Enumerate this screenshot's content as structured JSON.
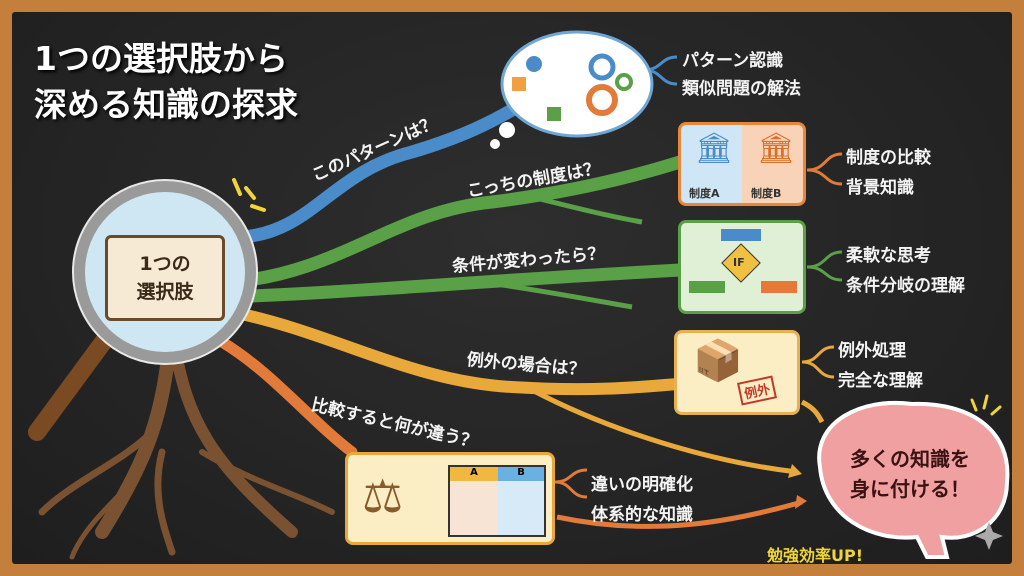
{
  "title": {
    "line1": "1つの選択肢から",
    "line2": "深める知識の探求"
  },
  "center": {
    "line1": "1つの",
    "line2": "選択肢"
  },
  "branches": [
    {
      "question": "このパターンは？",
      "color": "#4a8cc9",
      "outcomes": [
        "パターン認識",
        "類似問題の解法"
      ]
    },
    {
      "question": "こっちの制度は？",
      "color": "#5aa047",
      "outcomes": [
        "制度の比較",
        "背景知識"
      ],
      "labels": [
        "制度A",
        "制度B"
      ]
    },
    {
      "question": "条件が変わったら？",
      "color": "#5aa047",
      "outcomes": [
        "柔軟な思考",
        "条件分岐の理解"
      ],
      "labels": [
        "IF"
      ]
    },
    {
      "question": "例外の場合は？",
      "color": "#e8a83a",
      "outcomes": [
        "例外処理",
        "完全な理解"
      ],
      "labels": [
        "例外"
      ]
    },
    {
      "question": "比較すると何が違う？",
      "color": "#e27a3a",
      "outcomes": [
        "違いの明確化",
        "体系的な知識"
      ],
      "labels": [
        "A",
        "B"
      ]
    }
  ],
  "goal": {
    "line1": "多くの知識を",
    "line2": "身に付ける！",
    "tagline": "勉強効率UP!"
  }
}
